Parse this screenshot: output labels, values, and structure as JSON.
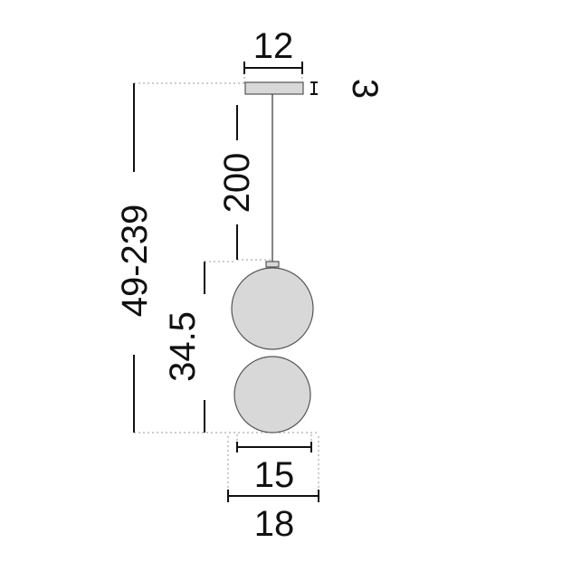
{
  "dimensions": {
    "canopy_width": "12",
    "canopy_height": "3",
    "cable_length": "200",
    "total_height": "49-239",
    "body_height": "34.5",
    "globe_width": "15",
    "overall_width": "18"
  }
}
